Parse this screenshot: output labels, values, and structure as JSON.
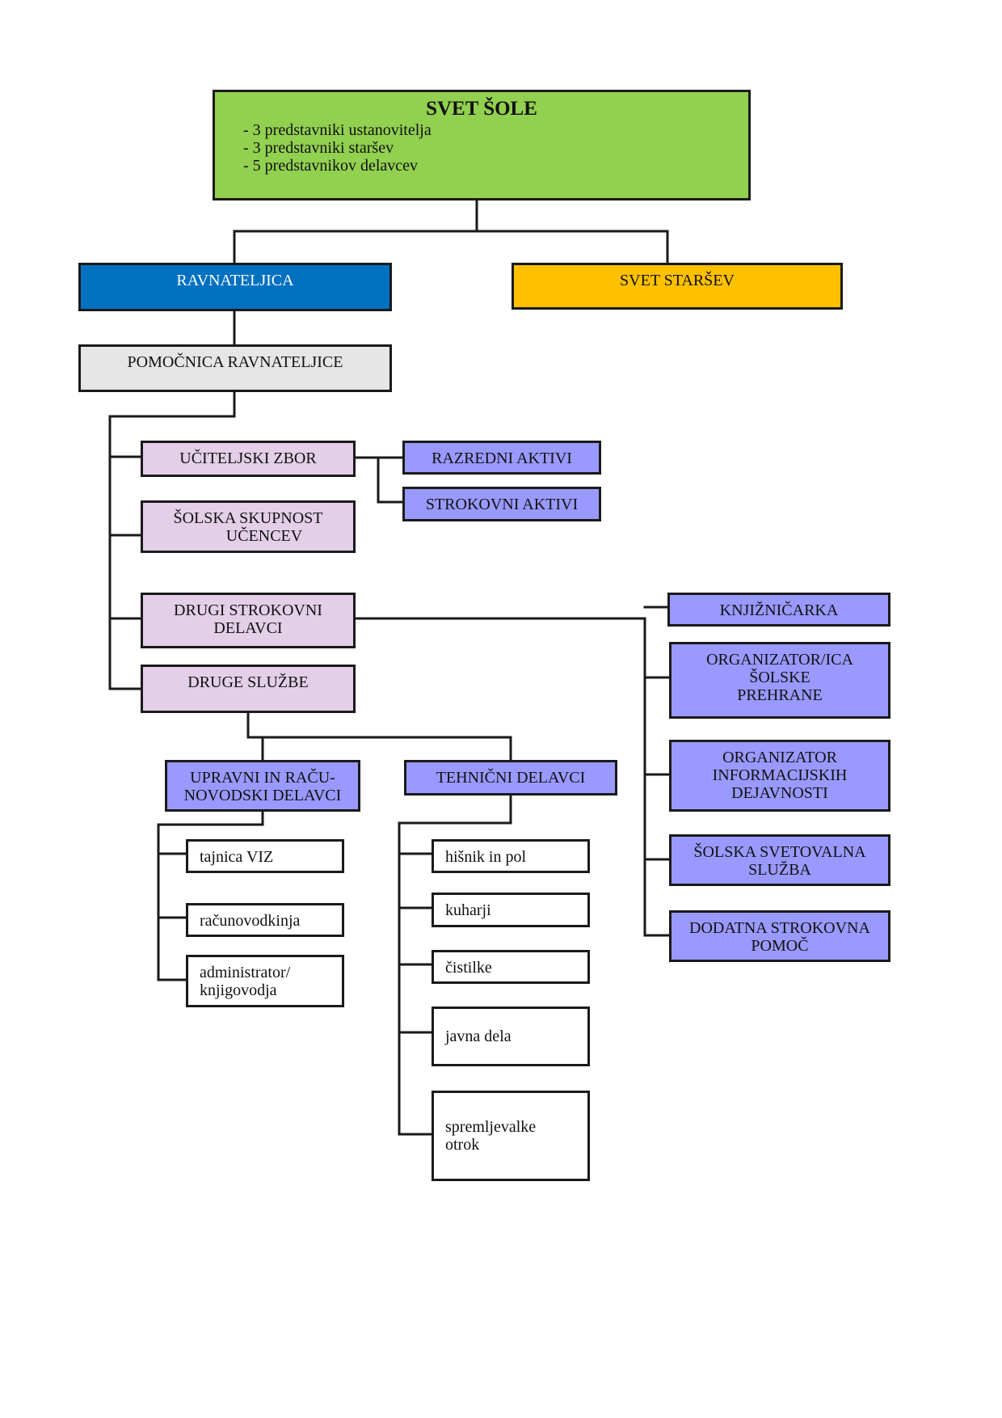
{
  "colors": {
    "svet_sole": "#92d050",
    "ravnateljica": "#0070c0",
    "svet_starsev": "#ffc000",
    "pomocnica": "#e6e6e6",
    "lilac": "#e3cfe8",
    "periwinkle": "#9999ff",
    "white": "#ffffff",
    "line": "#1a1a1a"
  },
  "svet_sole": {
    "title": "SVET ŠOLE",
    "members": [
      "- 3 predstavniki ustanovitelja",
      "- 3 predstavniki staršev",
      "- 5 predstavnikov delavcev"
    ]
  },
  "ravnateljica": "RAVNATELJICA",
  "svet_starsev": "SVET STARŠEV",
  "pomocnica": "POMOČNICA RAVNATELJICE",
  "ucitelji_zbor": "UČITELJSKI ZBOR",
  "razredni_aktivi": "RAZREDNI AKTIVI",
  "strokovni_aktivi": "STROKOVNI AKTIVI",
  "solska_skupnost": [
    "ŠOLSKA SKUPNOST",
    "UČENCEV"
  ],
  "drugi_strokovni": [
    "DRUGI STROKOVNI",
    "DELAVCI"
  ],
  "druge_sluzbe": "DRUGE SLUŽBE",
  "strokovni_right": [
    [
      "KNJIŽNIČARKA"
    ],
    [
      "ORGANIZATOR/ICA",
      "ŠOLSKE",
      "PREHRANE"
    ],
    [
      "ORGANIZATOR",
      "INFORMACIJSKIH",
      "DEJAVNOSTI"
    ],
    [
      "ŠOLSKA SVETOVALNA",
      "SLUŽBA"
    ],
    [
      "DODATNA STROKOVNA",
      "POMOČ"
    ]
  ],
  "upravni": [
    "UPRAVNI IN RAČU-",
    "NOVODSKI DELAVCI"
  ],
  "tehnicni": "TEHNIČNI DELAVCI",
  "upravni_children": [
    [
      "tajnica VIZ"
    ],
    [
      "računovodkinja"
    ],
    [
      "administrator/",
      "knjigovodja"
    ]
  ],
  "tehnicni_children": [
    [
      "hišnik in pol"
    ],
    [
      "kuharji"
    ],
    [
      "čistilke"
    ],
    [
      "javna dela"
    ],
    [
      "spremljevalke",
      "otrok"
    ]
  ]
}
